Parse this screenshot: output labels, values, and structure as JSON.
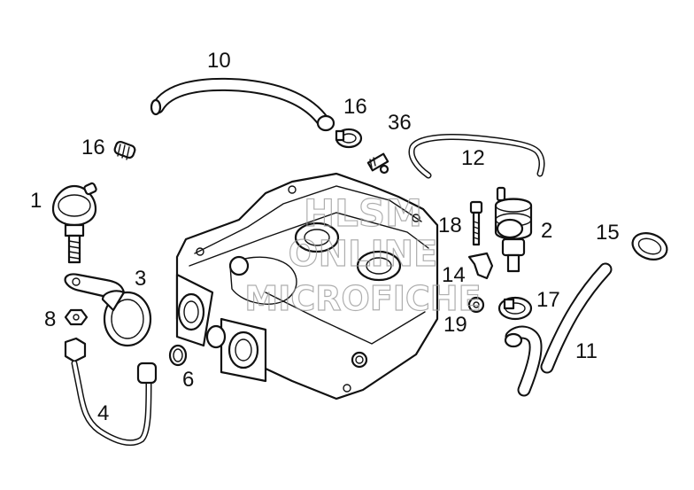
{
  "watermark": {
    "line1": "HLSM",
    "line2": "ONLINE",
    "line3": "MICROFICHE"
  },
  "callouts": {
    "c10": "10",
    "c16a": "16",
    "c36": "36",
    "c16b": "16",
    "c12": "12",
    "c1": "1",
    "c18": "18",
    "c2": "2",
    "c15": "15",
    "c3": "3",
    "c14": "14",
    "c17": "17",
    "c8": "8",
    "c19": "19",
    "c6": "6",
    "c11": "11",
    "c4": "4"
  }
}
